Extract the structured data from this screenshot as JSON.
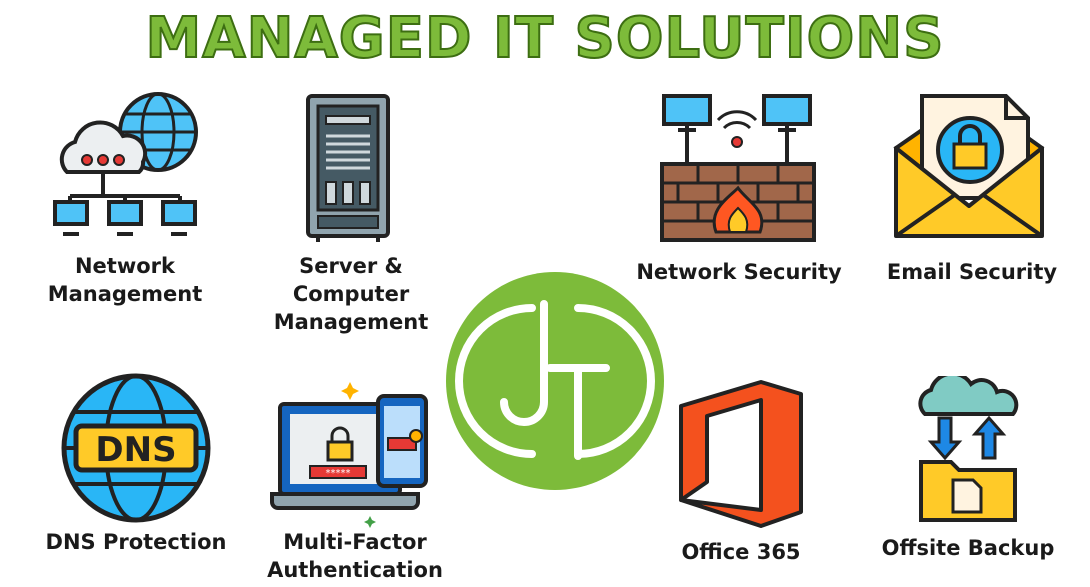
{
  "title": "MANAGED IT SOLUTIONS",
  "brand_color": "#7dbb3a",
  "logo": {
    "name": "jt-logo",
    "text": "JT"
  },
  "services": [
    {
      "id": "network-management",
      "icon": "network-globe-icon",
      "label": "Network\nManagement"
    },
    {
      "id": "server-management",
      "icon": "server-rack-icon",
      "label": "Server & Computer\nManagement"
    },
    {
      "id": "network-security",
      "icon": "firewall-icon",
      "label": "Network Security"
    },
    {
      "id": "email-security",
      "icon": "locked-envelope-icon",
      "label": "Email Security"
    },
    {
      "id": "dns-protection",
      "icon": "dns-globe-icon",
      "label": "DNS Protection"
    },
    {
      "id": "mfa",
      "icon": "laptop-phone-lock-icon",
      "label": "Multi-Factor\nAuthentication"
    },
    {
      "id": "office-365",
      "icon": "office-logo-icon",
      "label": "Office 365"
    },
    {
      "id": "offsite-backup",
      "icon": "cloud-folder-icon",
      "label": "Offsite Backup"
    }
  ]
}
